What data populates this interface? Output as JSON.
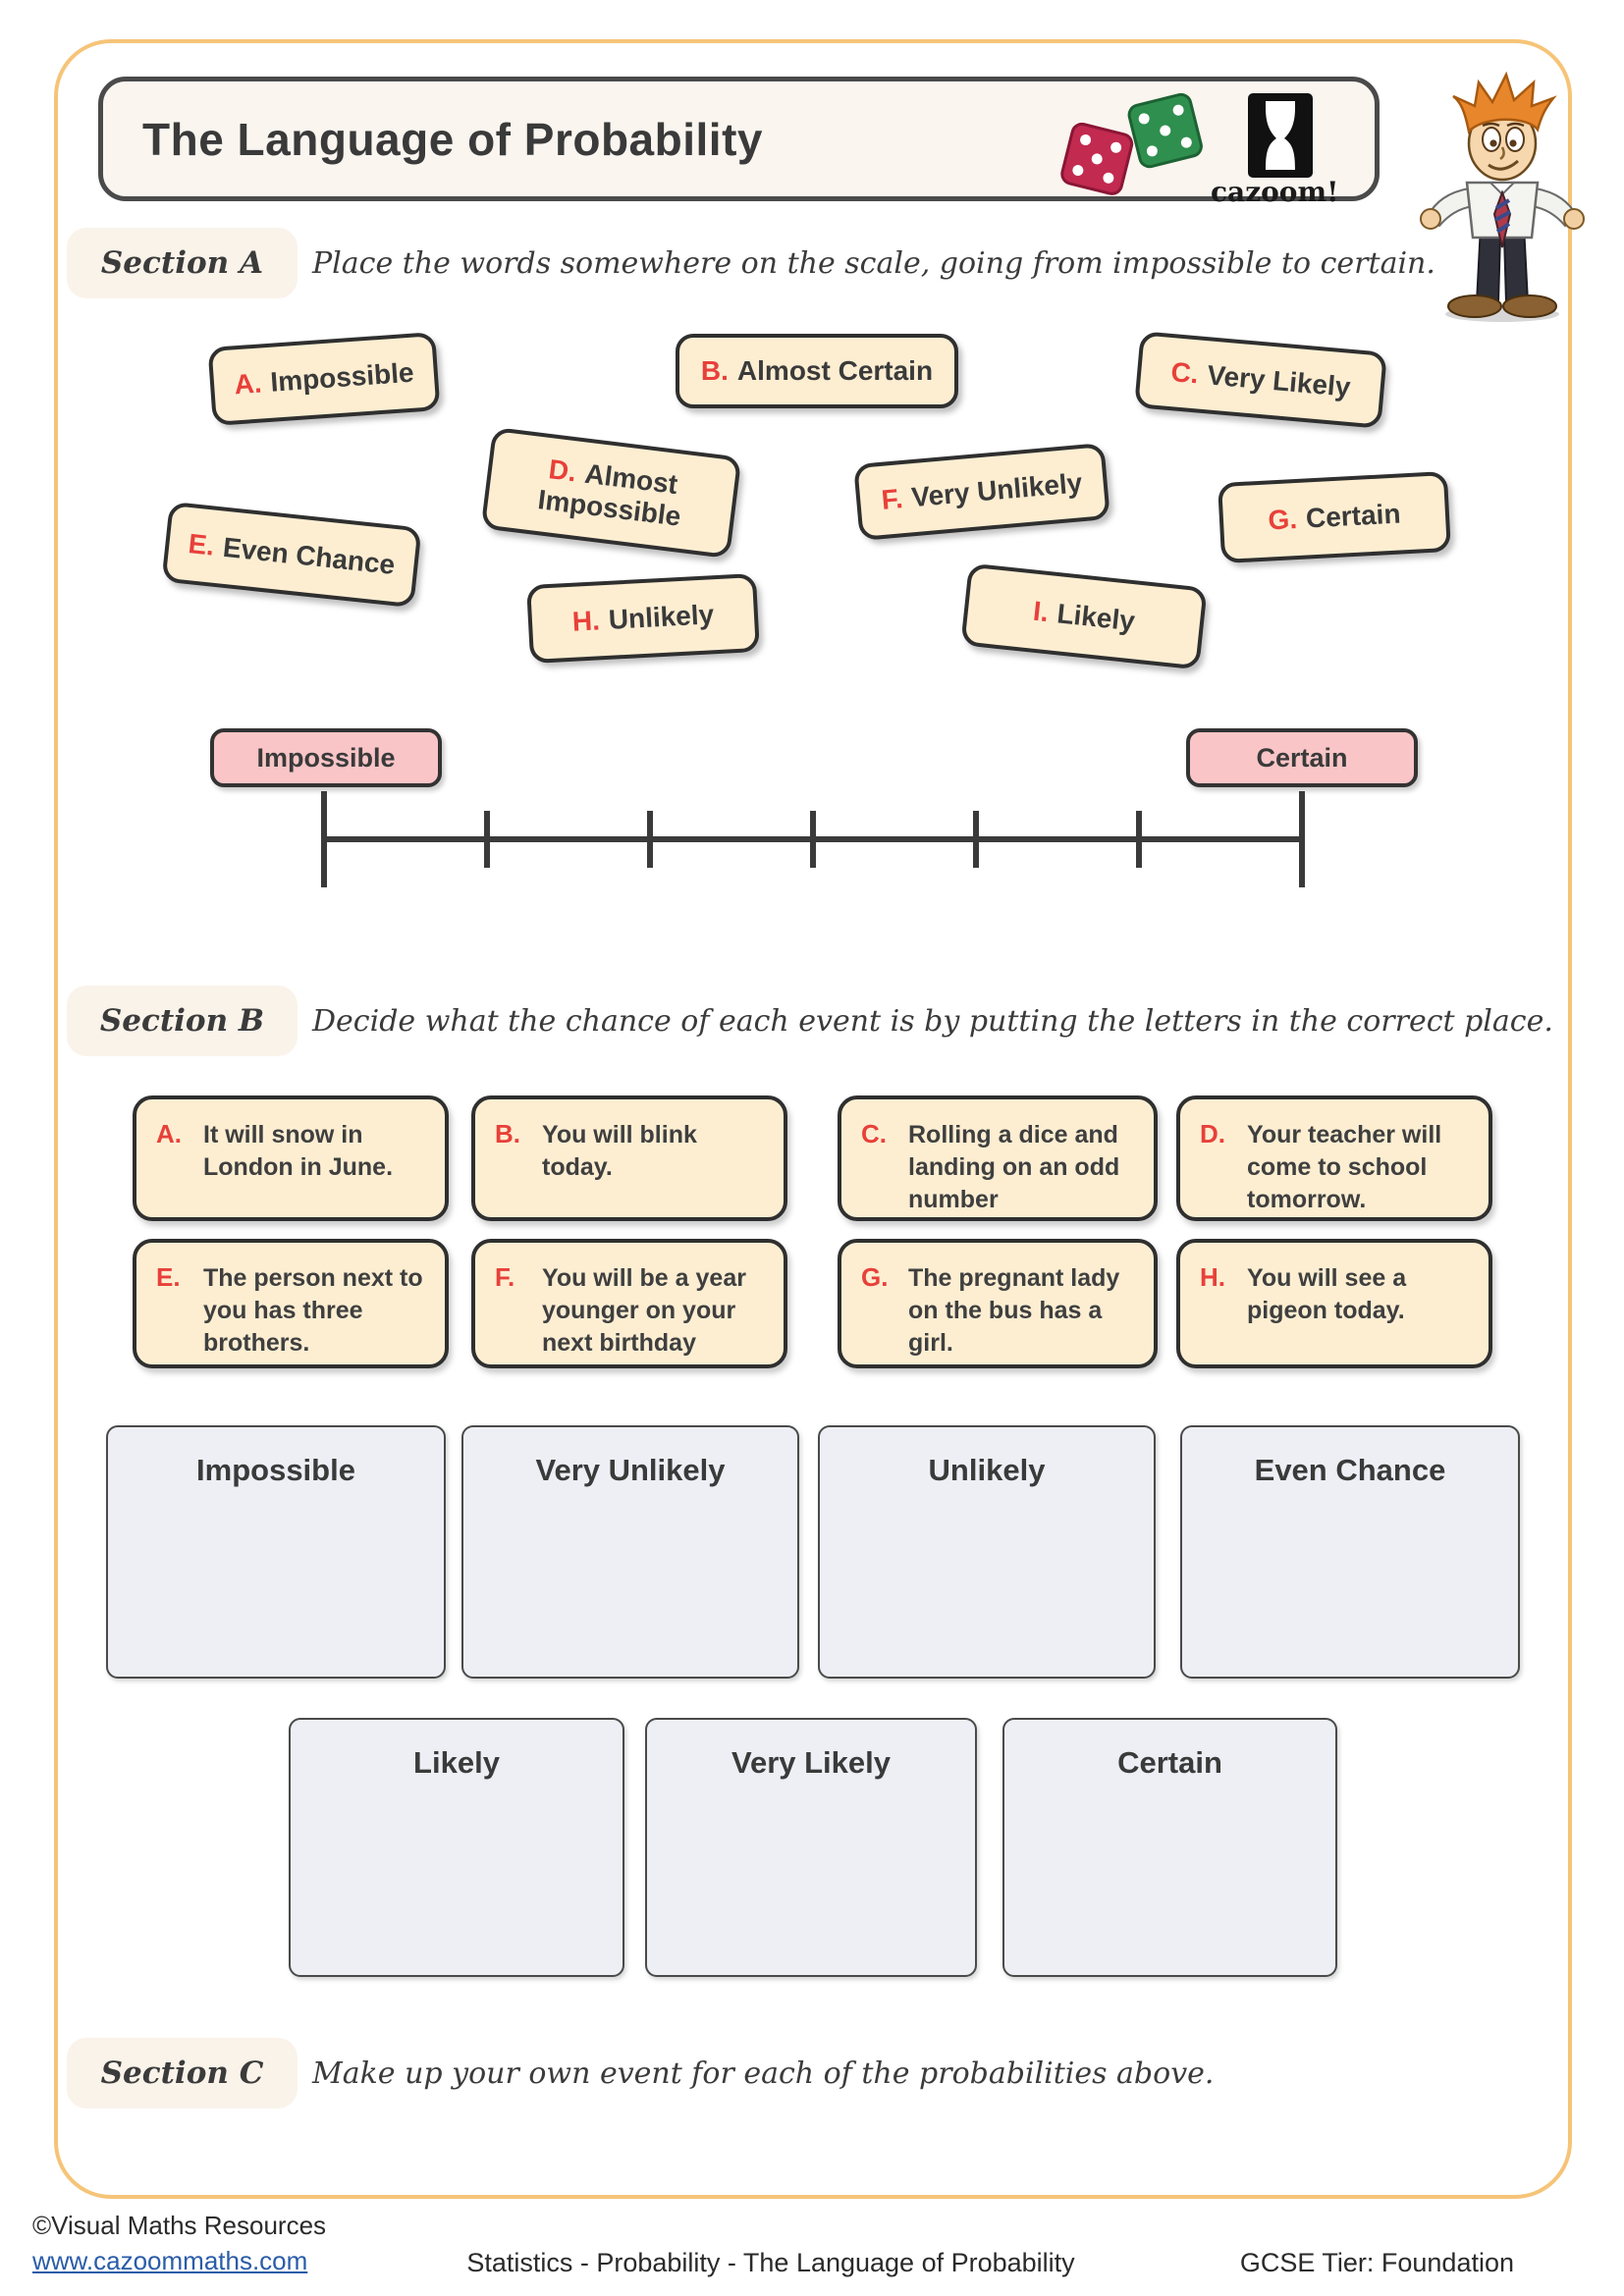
{
  "header": {
    "title": "The Language of Probability",
    "logo_text": "cazoom!"
  },
  "sections": {
    "a": {
      "label": "Section A",
      "instruction": "Place the words somewhere on the scale, going from impossible to certain."
    },
    "b": {
      "label": "Section B",
      "instruction": "Decide what the chance of each event is by putting the letters in the correct place."
    },
    "c": {
      "label": "Section C",
      "instruction": "Make up your own event for each of the probabilities above."
    }
  },
  "word_cards": [
    {
      "letter": "A.",
      "label": "Impossible"
    },
    {
      "letter": "B.",
      "label": "Almost Certain"
    },
    {
      "letter": "C.",
      "label": "Very Likely"
    },
    {
      "letter": "D.",
      "label": "Almost Impossible"
    },
    {
      "letter": "E.",
      "label": "Even Chance"
    },
    {
      "letter": "F.",
      "label": "Very Unlikely"
    },
    {
      "letter": "G.",
      "label": "Certain"
    },
    {
      "letter": "H.",
      "label": "Unlikely"
    },
    {
      "letter": "I.",
      "label": "Likely"
    }
  ],
  "scale": {
    "left_label": "Impossible",
    "right_label": "Certain"
  },
  "events": [
    {
      "letter": "A.",
      "text": "It will snow in London in June."
    },
    {
      "letter": "B.",
      "text": "You will blink today."
    },
    {
      "letter": "C.",
      "text": "Rolling a dice and landing on an odd number"
    },
    {
      "letter": "D.",
      "text": "Your teacher will come to school tomorrow."
    },
    {
      "letter": "E.",
      "text": "The person next to you has three brothers."
    },
    {
      "letter": "F.",
      "text": "You will be a year younger on your next birthday"
    },
    {
      "letter": "G.",
      "text": "The pregnant lady on the bus has a girl."
    },
    {
      "letter": "H.",
      "text": "You will see a pigeon today."
    }
  ],
  "categories": {
    "row1": [
      "Impossible",
      "Very Unlikely",
      "Unlikely",
      "Even Chance"
    ],
    "row2": [
      "Likely",
      "Very Likely",
      "Certain"
    ]
  },
  "footer": {
    "copyright": "©Visual Maths Resources",
    "url": "www.cazoommaths.com",
    "center": "Statistics - Probability - The Language of Probability",
    "right": "GCSE Tier: Foundation"
  }
}
